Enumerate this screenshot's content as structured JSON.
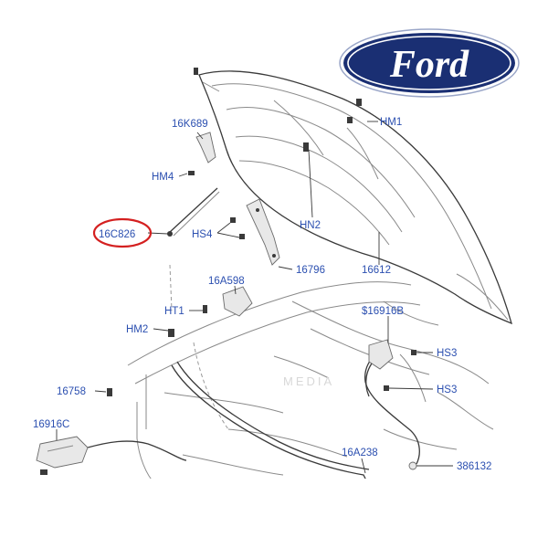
{
  "brand": {
    "logo_text": "Ford",
    "oval_color": "#1a2f73",
    "text_color": "#ffffff"
  },
  "label_color": "#2b4fb0",
  "highlight_color": "#d42020",
  "watermark": "MEDIA",
  "highlight_label": "16C826",
  "labels": {
    "hm1": "HM1",
    "k689": "16K689",
    "hm4": "HM4",
    "c826": "16C826",
    "hs4": "HS4",
    "hn2": "HN2",
    "p16796": "16796",
    "p16612": "16612",
    "a598": "16A598",
    "ht1": "HT1",
    "hm2": "HM2",
    "p16916b": "$16916B",
    "hs3a": "HS3",
    "hs3b": "HS3",
    "p16758": "16758",
    "p16916c": "16916C",
    "a238": "16A238",
    "p386132": "386132"
  }
}
